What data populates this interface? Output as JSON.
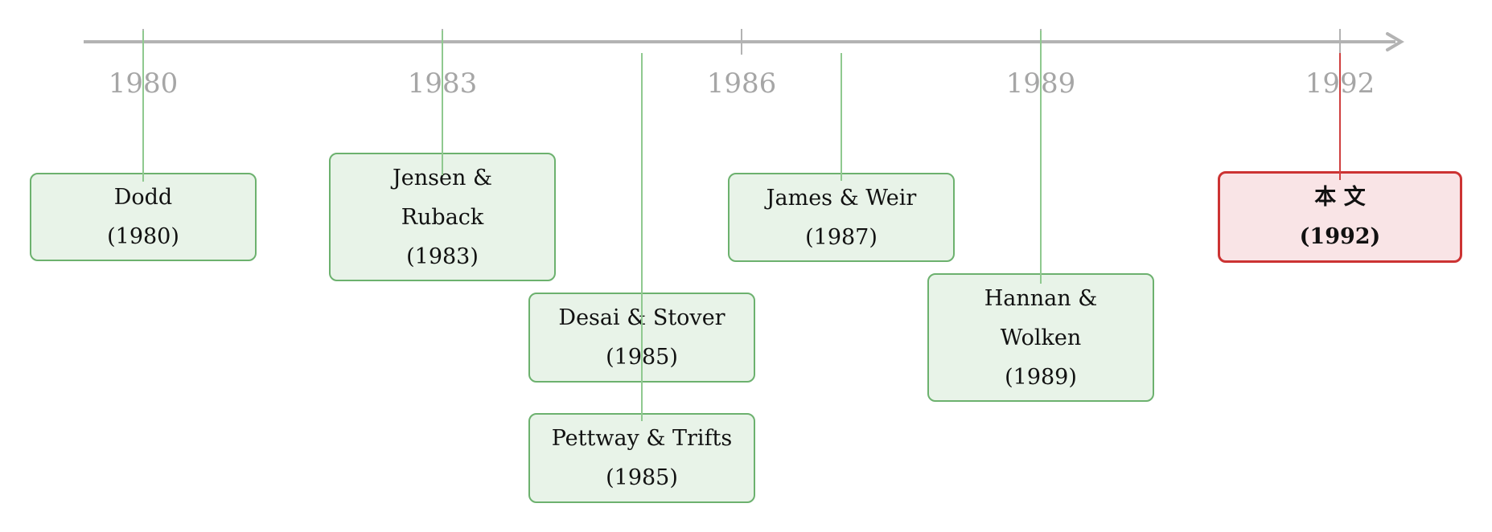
{
  "axis": {
    "ticks": [
      "1980",
      "1983",
      "1986",
      "1989",
      "1992"
    ]
  },
  "events": [
    {
      "title": [
        "Dodd"
      ],
      "year": "(1980)",
      "highlight": false
    },
    {
      "title": [
        "Jensen &",
        "Ruback"
      ],
      "year": "(1983)",
      "highlight": false
    },
    {
      "title": [
        "Desai & Stover"
      ],
      "year": "(1985)",
      "highlight": false
    },
    {
      "title": [
        "Pettway & Trifts"
      ],
      "year": "(1985)",
      "highlight": false
    },
    {
      "title": [
        "James & Weir"
      ],
      "year": "(1987)",
      "highlight": false
    },
    {
      "title": [
        "Hannan &",
        "Wolken"
      ],
      "year": "(1989)",
      "highlight": false
    },
    {
      "title": [
        "本 文"
      ],
      "year": "(1992)",
      "highlight": true
    }
  ],
  "colors": {
    "axis": "#b3b3b3",
    "tick_label": "#a6a6a6",
    "card_border": "#6cb16e",
    "card_fill": "#e8f3e8",
    "highlight_border": "#cc3333",
    "highlight_fill": "#f9e4e6"
  }
}
